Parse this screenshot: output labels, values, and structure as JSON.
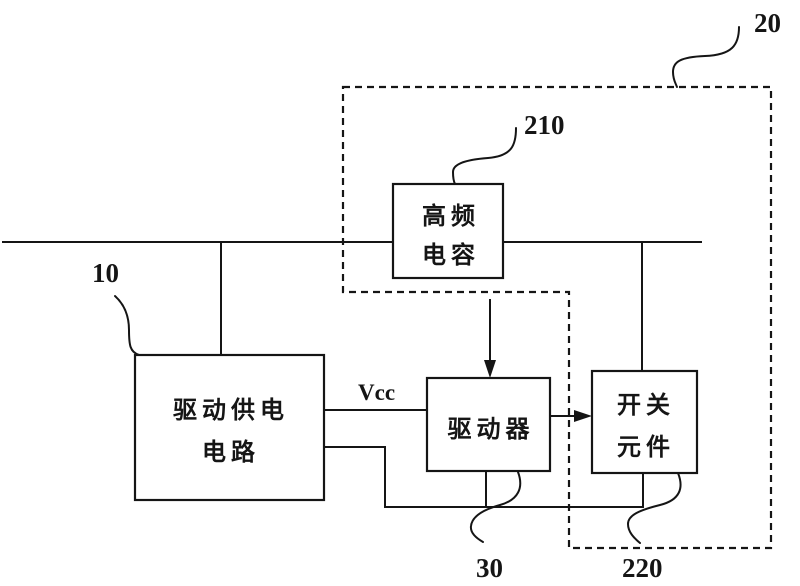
{
  "figure": {
    "blocks": {
      "drive_power_supply": {
        "line1": "驱动供电",
        "line2": "电路"
      },
      "high_freq_capacitor": {
        "line1": "高频",
        "line2": "电容"
      },
      "driver": {
        "label": "驱动器"
      },
      "switch_element": {
        "line1": "开关",
        "line2": "元件"
      }
    },
    "signals": {
      "vcc": "Vcc"
    },
    "reference_numerals": {
      "r10": "10",
      "r20": "20",
      "r210": "210",
      "r220": "220",
      "r30": "30"
    }
  }
}
